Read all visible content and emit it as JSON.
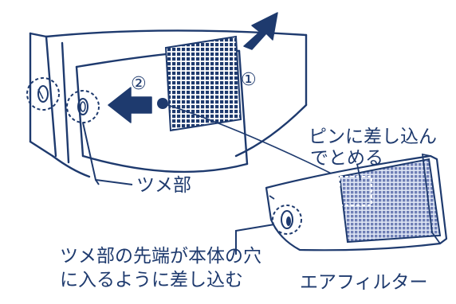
{
  "labels": {
    "pin_line1": "ピンに差し込ん",
    "pin_line2": "でとめる",
    "tsume": "ツメ部",
    "insert_line1": "ツメ部の先端が本体の穴",
    "insert_line2": "に入るように差し込む",
    "filter": "エアフィルター"
  },
  "steps": {
    "one": "①",
    "two": "②"
  },
  "colors": {
    "ink": "#1e3a6e",
    "mesh_fill": "#6f7fb6",
    "panel_fill": "#dfe6f4",
    "arrow": "#1e3a6e"
  },
  "icons": {
    "arrow_up": "arrow-up-right-icon",
    "arrow_left": "arrow-left-icon"
  }
}
